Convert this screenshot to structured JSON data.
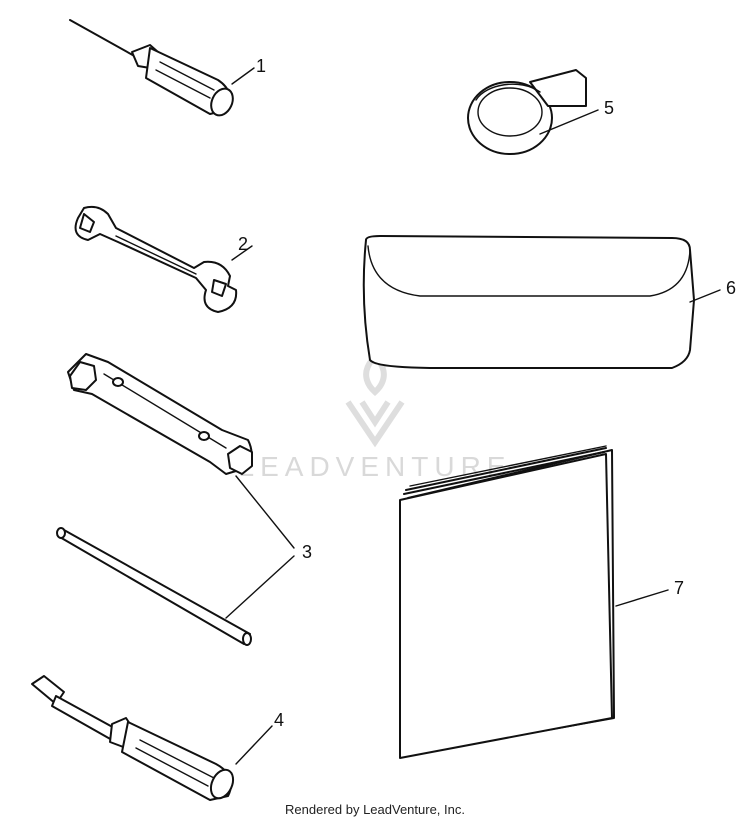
{
  "callouts": {
    "c1": "1",
    "c2": "2",
    "c3": "3",
    "c4": "4",
    "c5": "5",
    "c6": "6",
    "c7": "7"
  },
  "watermark": {
    "text": "LEADVENTURE"
  },
  "footer": {
    "credit": "Rendered by LeadVenture, Inc."
  }
}
